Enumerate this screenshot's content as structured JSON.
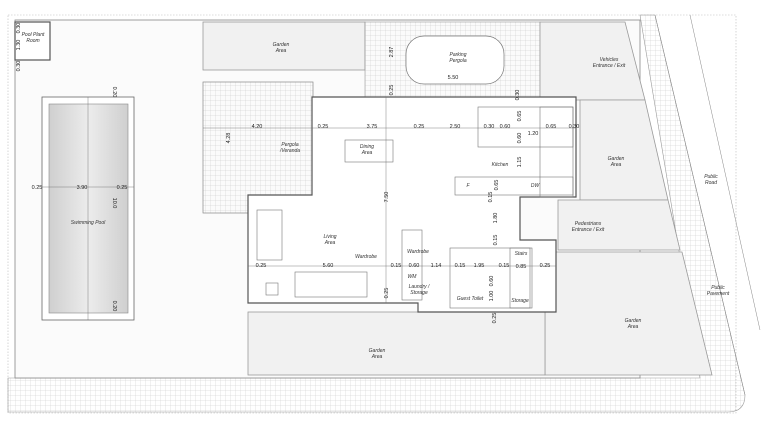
{
  "rooms": {
    "pool_plant_room": [
      "Pool Plant",
      "Room"
    ],
    "garden_top": [
      "Garden",
      "Area"
    ],
    "parking_pergola": [
      "Parking",
      "Pergola"
    ],
    "vehicles_entrance": [
      "Vehicles",
      "Entrance / Exit"
    ],
    "pergola_veranda": [
      "Pergola",
      "/Veranda"
    ],
    "dining_area": [
      "Dining",
      "Area"
    ],
    "kitchen": "Kitchen",
    "garden_right": [
      "Garden",
      "Area"
    ],
    "public_road": [
      "Public",
      "Road"
    ],
    "swimming_pool": "Swimming Pool",
    "pedestrians_entrance": [
      "Pedestrians",
      "Entrance / Exit"
    ],
    "living_area": [
      "Living",
      "Area"
    ],
    "wardrobe_1": "Wardrobe",
    "wardrobe_2": "Wardrobe",
    "laundry": [
      "Laundry /",
      "Storage"
    ],
    "guest_toilet": "Guest Toilet",
    "stairs": "Stairs",
    "storage": "Storage",
    "public_pavement": [
      "Public",
      "Pavement"
    ],
    "garden_bottom_right": [
      "Garden",
      "Area"
    ],
    "garden_bottom": [
      "Garden",
      "Area"
    ],
    "kitchen_f": "F",
    "kitchen_dw": "DW",
    "laundry_wm": "WM"
  },
  "dimensions": {
    "pool_room_top": "0.30",
    "pool_room_h": "1.30",
    "pool_room_bottom": "0.30",
    "pool_top": "0.20",
    "pool_left": "0.25",
    "pool_width": "3.90",
    "pool_right": "0.25",
    "pool_length": "10.0",
    "pool_bottom": "0.20",
    "pergola_width": "4.20",
    "pergola_depth": "4.28",
    "dining_wall": "0.25",
    "dining_width": "3.75",
    "mid_wall": "0.25",
    "kitchen_span": "2.50",
    "k_030": "0.30",
    "k_060": "0.60",
    "k_120": "1.20",
    "k_065": "0.65",
    "k_wall": "0.30",
    "k_v065": "0.65",
    "k_v060": "0.60",
    "k_v115": "1.15",
    "k_v065b": "0.65",
    "k_v015": "0.15",
    "parking_depth": "2.87",
    "parking_width": "5.50",
    "parking_gap": "0.25",
    "parking_wall": "0.30",
    "house_depth": "7.50",
    "hall_180": "1.80",
    "hall_015": "0.15",
    "living_left": "0.25",
    "living_width": "5.60",
    "ward_015": "0.15",
    "ward_060": "0.60",
    "ward_114": "1.14",
    "wc_015": "0.15",
    "wc_195": "1.95",
    "wc_015b": "0.15",
    "stairs_085": "0.85",
    "stairs_right": "0.25",
    "wc_v100": "1.00",
    "wc_v060": "0.60",
    "living_bottom": "0.25",
    "south_025": "0.25"
  },
  "colors": {
    "background": "#ffffff",
    "area_fill": "#f1f1f1",
    "wall": "#555555",
    "pool_water": "#dcdcdc"
  }
}
